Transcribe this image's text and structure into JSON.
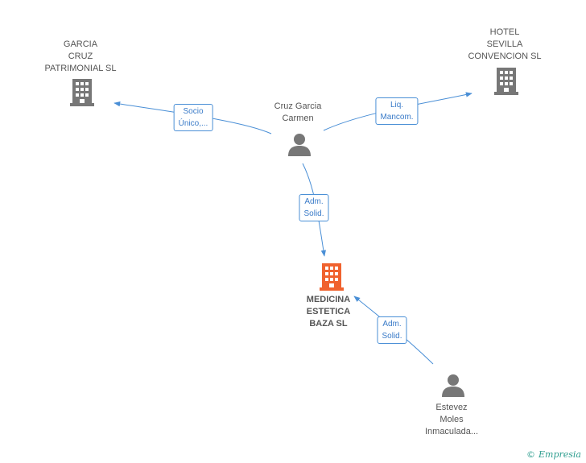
{
  "colors": {
    "edge": "#4a8fd6",
    "company": "#777777",
    "main_company": "#f0622e",
    "person": "#777777"
  },
  "nodes": {
    "garcia_cruz": {
      "lines": [
        "GARCIA",
        "CRUZ",
        "PATRIMONIAL SL"
      ],
      "icon": "building-icon"
    },
    "hotel_sevilla": {
      "lines": [
        "HOTEL",
        "SEVILLA",
        "CONVENCION SL"
      ],
      "icon": "building-icon"
    },
    "cruz_garcia": {
      "lines": [
        "Cruz Garcia",
        "Carmen"
      ],
      "icon": "person-icon"
    },
    "medicina": {
      "lines": [
        "MEDICINA",
        "ESTETICA",
        "BAZA SL"
      ],
      "icon": "building-icon"
    },
    "estevez": {
      "lines": [
        "Estevez",
        "Moles",
        "Inmaculada..."
      ],
      "icon": "person-icon"
    }
  },
  "edges": [
    {
      "lines": [
        "Socio",
        "Único,..."
      ]
    },
    {
      "lines": [
        "Liq.",
        "Mancom."
      ]
    },
    {
      "lines": [
        "Adm.",
        "Solid."
      ]
    },
    {
      "lines": [
        "Adm.",
        "Solid."
      ]
    }
  ],
  "brand": {
    "copyright": "©",
    "name": "Empresia"
  }
}
